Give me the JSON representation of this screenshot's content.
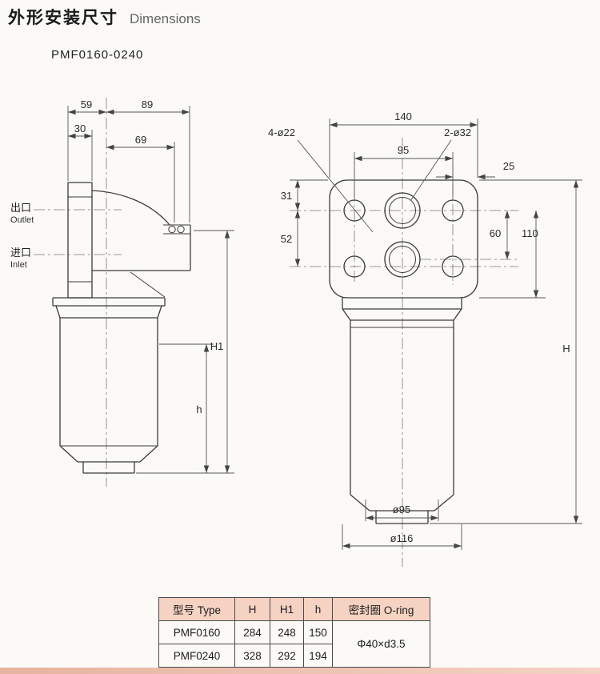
{
  "header": {
    "title_cn": "外形安装尺寸",
    "title_en": "Dimensions",
    "model": "PMF0160-0240"
  },
  "left_view": {
    "dim_59": "59",
    "dim_89": "89",
    "dim_30": "30",
    "dim_69": "69",
    "outlet_cn": "出口",
    "outlet_en": "Outlet",
    "inlet_cn": "进口",
    "inlet_en": "Inlet",
    "dim_H1": "H1",
    "dim_h": "h"
  },
  "right_view": {
    "dim_140": "140",
    "dim_95": "95",
    "label_small_holes": "4-ø22",
    "label_big_holes": "2-ø32",
    "dim_25": "25",
    "dim_31": "31",
    "dim_52": "52",
    "dim_60": "60",
    "dim_110": "110",
    "dim_H": "H",
    "dim_dia95": "ø95",
    "dim_dia116": "ø116"
  },
  "table": {
    "headers": [
      "型号 Type",
      "H",
      "H1",
      "h",
      "密封圈 O-ring"
    ],
    "rows": [
      [
        "PMF0160",
        "284",
        "248",
        "150"
      ],
      [
        "PMF0240",
        "328",
        "292",
        "194"
      ]
    ],
    "oring": "Φ40×d3.5"
  }
}
